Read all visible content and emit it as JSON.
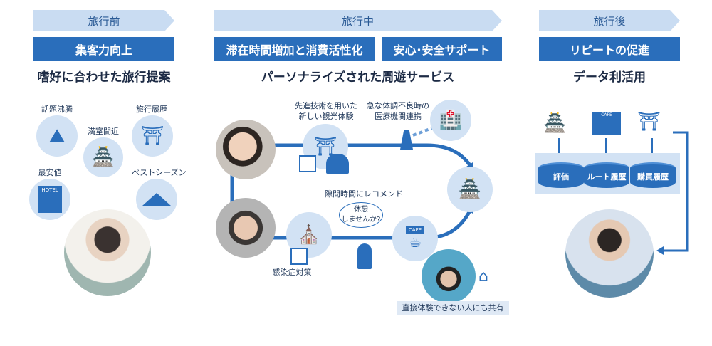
{
  "phases": [
    {
      "label": "旅行前",
      "goals": [
        "集客力向上"
      ],
      "subtitle": "嗜好に合わせた旅行提案"
    },
    {
      "label": "旅行中",
      "goals": [
        "滞在時間増加と消費活性化",
        "安心･安全サポート"
      ],
      "subtitle": "パーソナライズされた周遊サービス"
    },
    {
      "label": "旅行後",
      "goals": [
        "リピートの促進"
      ],
      "subtitle": "データ利活用"
    }
  ],
  "before": {
    "items": [
      "話題沸騰",
      "満室間近",
      "旅行履歴",
      "最安値",
      "ベストシーズン"
    ],
    "hotel_sign": "HOTEL"
  },
  "during": {
    "tech_label": "先進技術を用いた\n新しい観光体験",
    "medical_label": "急な体調不良時の\n医療機関連携",
    "recommend_label": "隙間時間にレコメンド",
    "bubble": "休憩\nしませんか?",
    "infection_label": "感染症対策",
    "share_label": "直接体験できない人にも共有",
    "cafe_sign": "CAFE"
  },
  "after": {
    "databases": [
      "評価",
      "ルート履歴",
      "購買履歴"
    ],
    "cafe_sign": "CAFE"
  },
  "colors": {
    "primary": "#2a6ebb",
    "light": "#d2e2f4",
    "phase": "#c9dcf2"
  }
}
